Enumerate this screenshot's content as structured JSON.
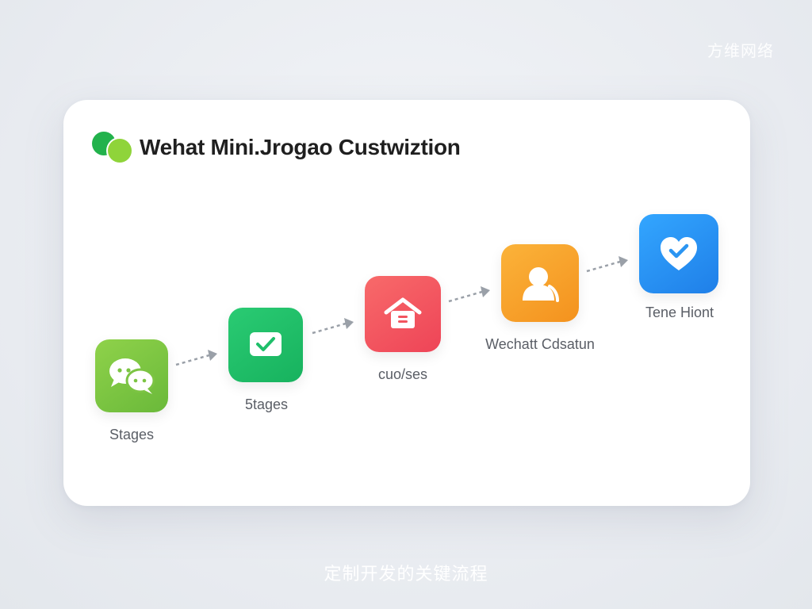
{
  "watermark": "方维网络",
  "header": {
    "title": "Wehat Mini.Jrogao Custwiztion"
  },
  "steps": [
    {
      "icon": "chat-bubbles-icon",
      "label": "Stages",
      "color": "#7cc443"
    },
    {
      "icon": "check-message-icon",
      "label": "5tages",
      "color": "#1fbf6a"
    },
    {
      "icon": "store-icon",
      "label": "cuo/ses",
      "color": "#f2555f"
    },
    {
      "icon": "user-icon",
      "label": "Wechatt Cdsatun",
      "color": "#f7a22a"
    },
    {
      "icon": "heart-check-icon",
      "label": "Tene Hiont",
      "color": "#2b95f2"
    }
  ],
  "footer": "定制开发的关键流程"
}
